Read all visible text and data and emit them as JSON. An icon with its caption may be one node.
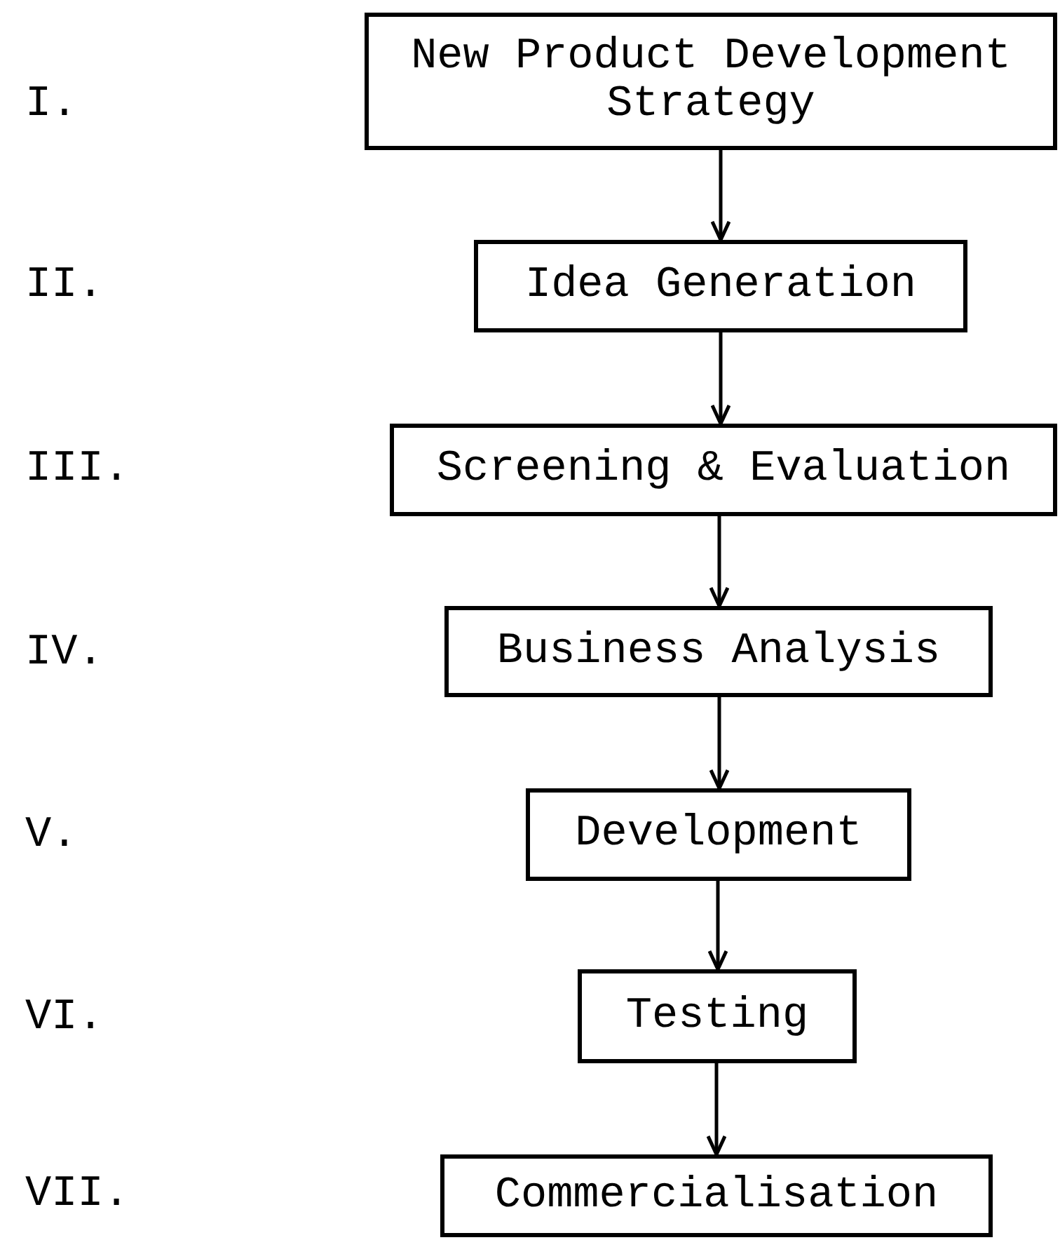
{
  "diagram": {
    "nodes": [
      {
        "text": [
          "New Product Development Strategy"
        ]
      },
      {
        "text": [
          "Idea Generation"
        ]
      },
      {
        "text": [
          "Screening & Evaluation"
        ]
      },
      {
        "text": [
          "Business Analysis"
        ]
      },
      {
        "text": [
          "Development"
        ]
      },
      {
        "text": [
          "Testing"
        ]
      },
      {
        "text": [
          "Commercialisation"
        ]
      }
    ],
    "edges": [
      {
        "from": 0,
        "to": 1,
        "arrow": "to"
      },
      {
        "from": 1,
        "to": 2,
        "arrow": "to"
      },
      {
        "from": 2,
        "to": 3,
        "arrow": "to"
      },
      {
        "from": 3,
        "to": 4,
        "arrow": "to"
      },
      {
        "from": 4,
        "to": 5,
        "arrow": "to"
      },
      {
        "from": 5,
        "to": 6,
        "arrow": "to"
      }
    ],
    "labels": [
      "I.",
      "II.",
      "III.",
      "IV.",
      "V.",
      "VI.",
      "VII."
    ]
  }
}
